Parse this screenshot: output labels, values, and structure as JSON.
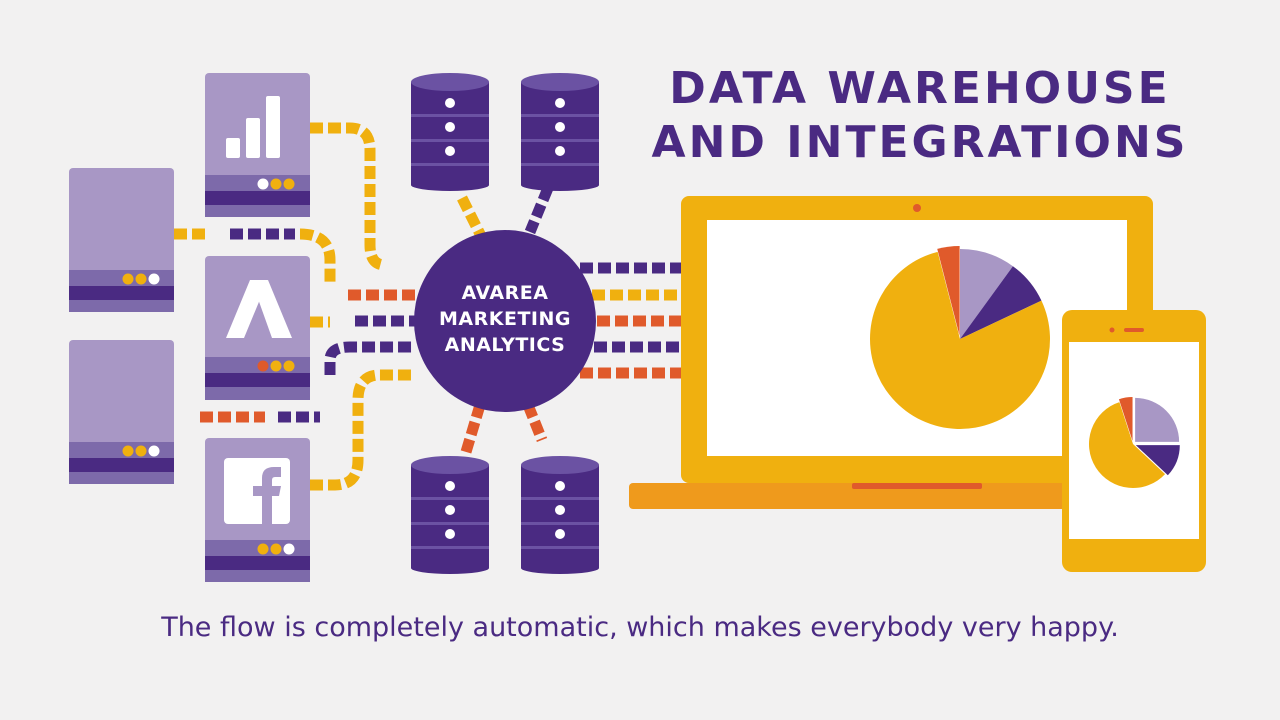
{
  "title": {
    "line1": "DATA WAREHOUSE",
    "line2": "AND INTEGRATIONS"
  },
  "hub": {
    "line1": "AVAREA",
    "line2": "MARKETING",
    "line3": "ANALYTICS"
  },
  "caption": "The flow is completely automatic, which makes everybody very happy.",
  "colors": {
    "background": "#f2f1f1",
    "purple_dark": "#4a2a82",
    "purple_light": "#a897c5",
    "yellow": "#f0b00f",
    "orange": "#ef9a1c",
    "red_orange": "#e05a2b",
    "white": "#ffffff"
  },
  "icons": {
    "source_top": "bar-chart-icon",
    "source_mid": "adwords-icon",
    "source_bottom": "facebook-icon",
    "storage": "database-icon",
    "devices": [
      "laptop-icon",
      "smartphone-icon"
    ]
  },
  "pie_shares": {
    "laptop": [
      {
        "color": "#a897c5",
        "value": 0.1
      },
      {
        "color": "#4a2a82",
        "value": 0.08
      },
      {
        "color": "#f0b00f",
        "value": 0.78
      },
      {
        "color": "#e05a2b",
        "value": 0.04
      }
    ],
    "phone": [
      {
        "color": "#a897c5",
        "value": 0.25
      },
      {
        "color": "#4a2a82",
        "value": 0.12
      },
      {
        "color": "#f0b00f",
        "value": 0.58
      },
      {
        "color": "#e05a2b",
        "value": 0.05
      }
    ]
  }
}
